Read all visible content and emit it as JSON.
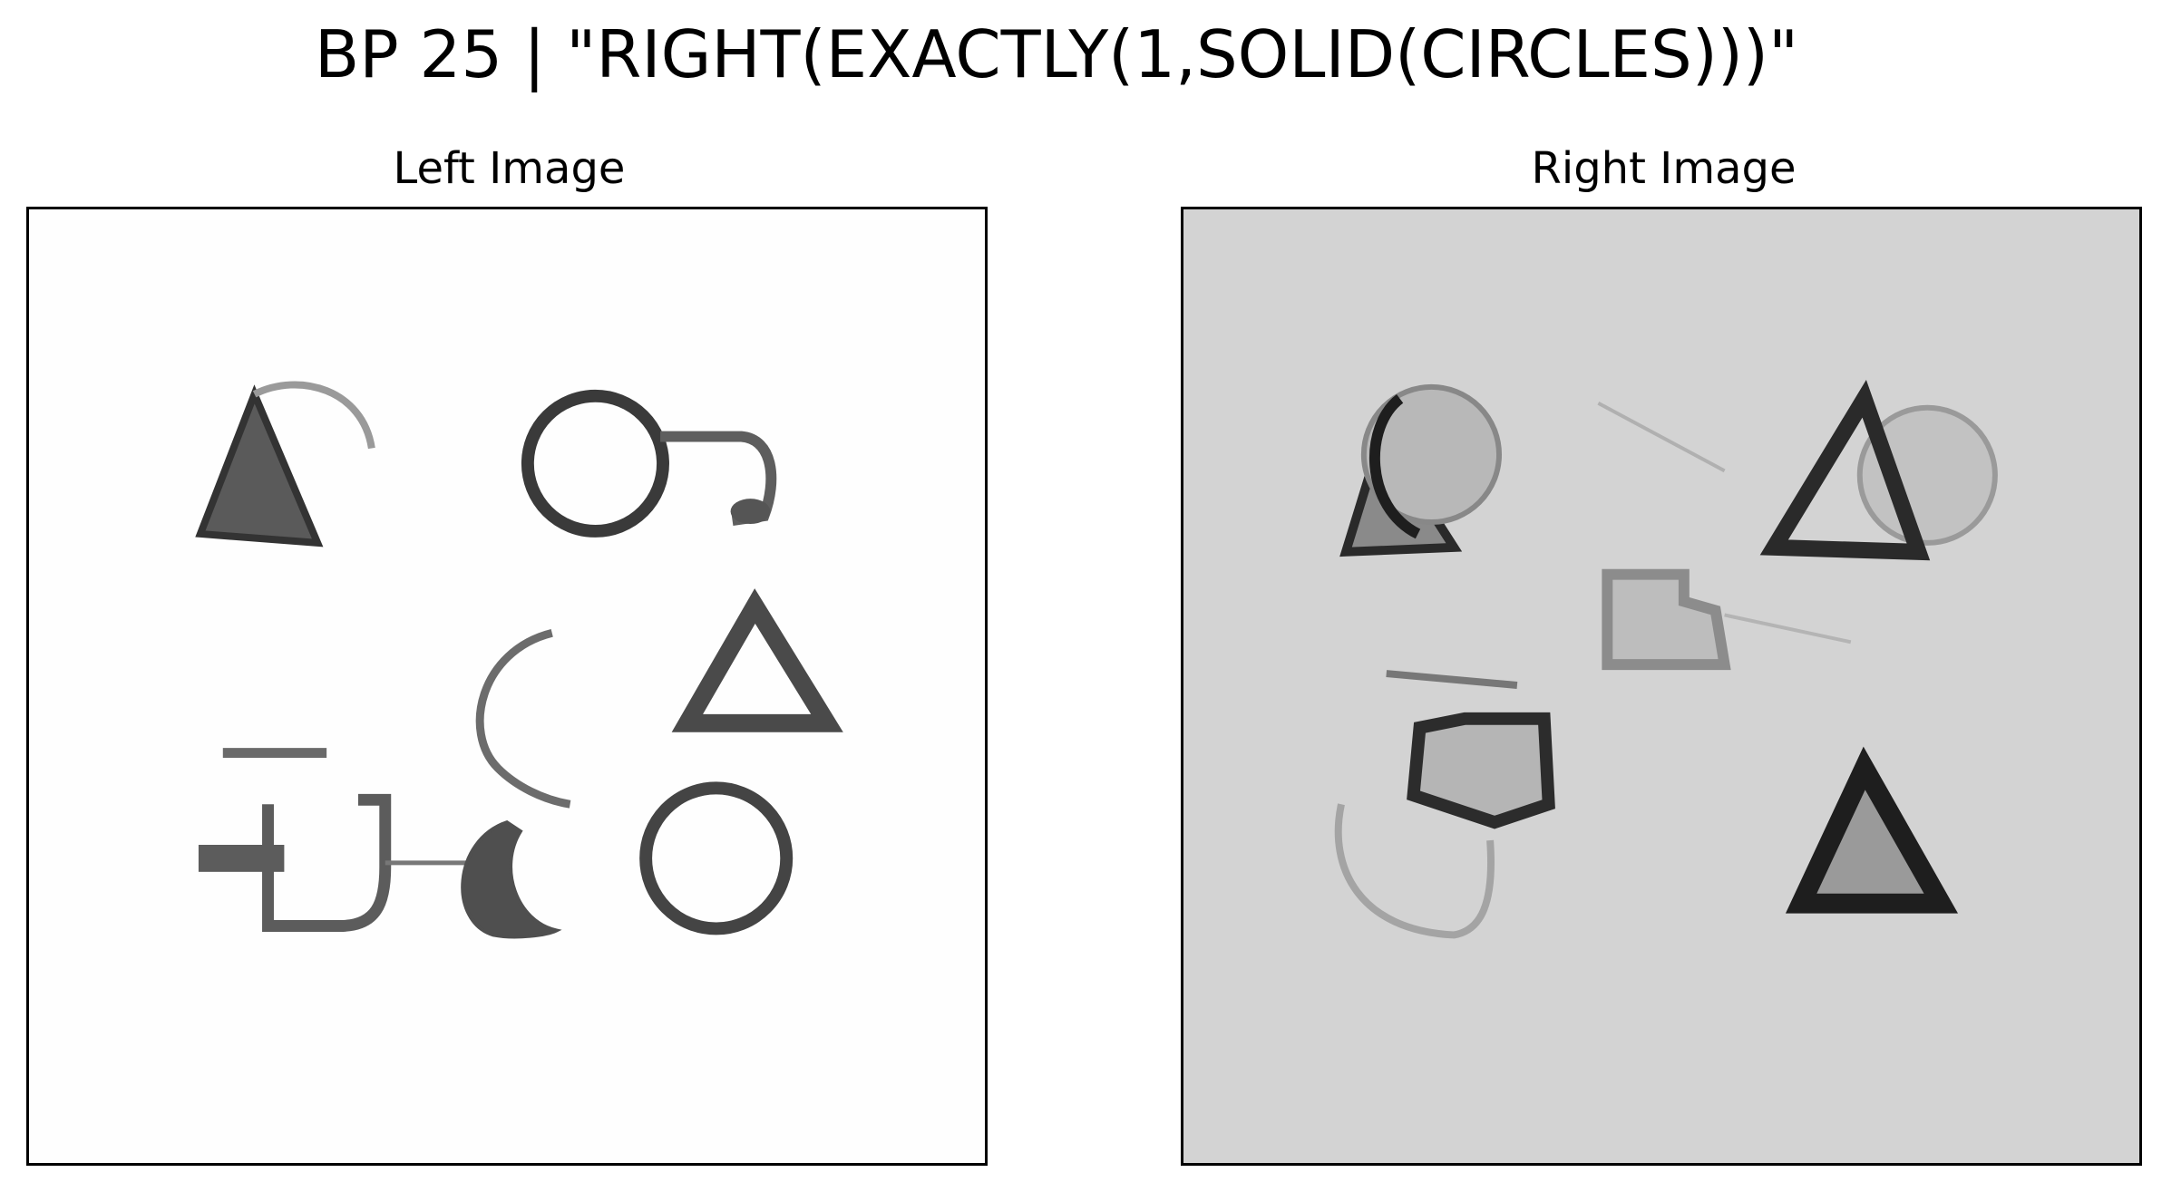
{
  "title": "BP 25 | \"RIGHT(EXACTLY(1,SOLID(CIRCLES)))\"",
  "panels": {
    "left": {
      "label": "Left Image"
    },
    "right": {
      "label": "Right Image"
    }
  },
  "colors": {
    "left_background": "#fefefe",
    "right_background": "#d3d3d3",
    "ink_dark": "#2a2a2a",
    "ink_mid": "#6a6a6a",
    "ink_light": "#a8a8a8"
  }
}
